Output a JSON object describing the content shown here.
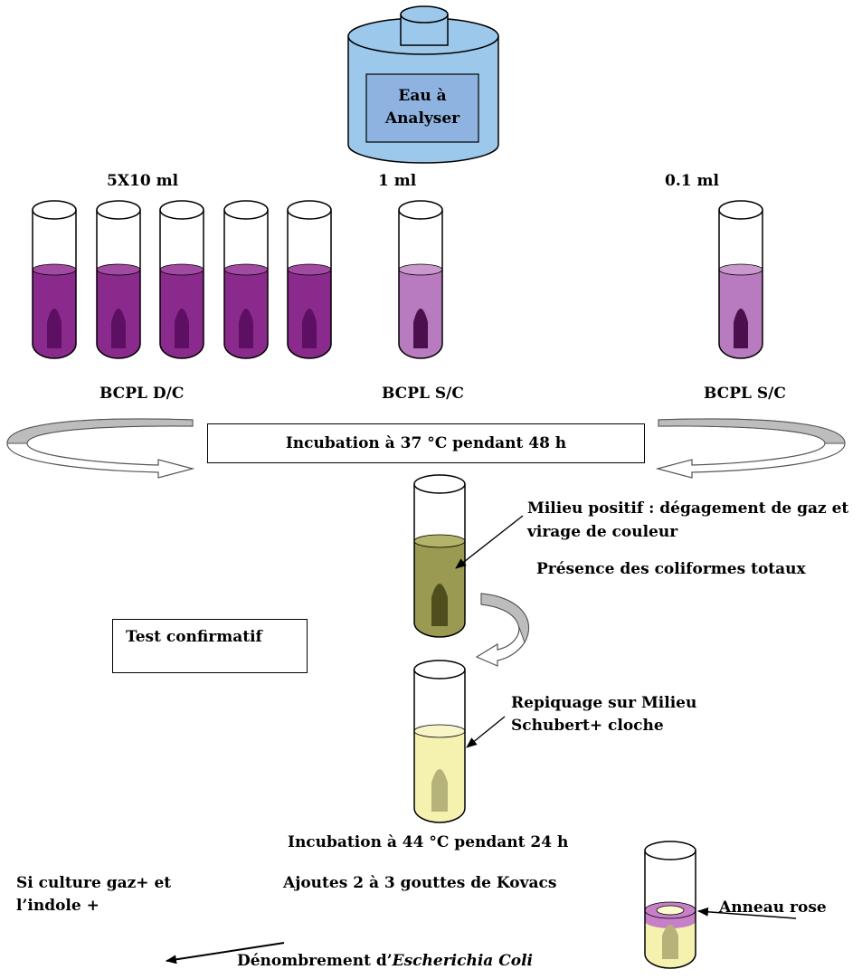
{
  "bottle": {
    "label_line1": "Eau à",
    "label_line2": "Analyser"
  },
  "volumes": {
    "v1": "5X10 ml",
    "v2": "1 ml",
    "v3": "0.1 ml"
  },
  "media": {
    "m1": "BCPL D/C",
    "m2": "BCPL S/C",
    "m3": "BCPL S/C"
  },
  "incubation1": "Incubation à 37 °C pendant 48 h",
  "positive": {
    "line1": "Milieu positif : dégagement de gaz et",
    "line2": "virage de couleur",
    "presence": "Présence des coliformes totaux"
  },
  "confirm_box": "Test confirmatif",
  "repiquage": {
    "line1": "Repiquage sur Milieu",
    "line2": "Schubert+ cloche"
  },
  "incubation2": "Incubation à 44 °C pendant 24 h",
  "culture": {
    "line1": "Si culture gaz+ et",
    "line2": "l’indole +"
  },
  "kovacs": "Ajoutes 2 à 3 gouttes de Kovacs",
  "anneau": "Anneau rose",
  "footer": {
    "prefix": "Dénombrement d’",
    "species": "Escherichia Coli"
  },
  "colors": {
    "bottle_blue": "#9cc8ec",
    "label_blue": "#8fb3e0",
    "purple_dark": "#8a2a8c",
    "purple_light": "#b97bbf",
    "olive": "#9a9a52",
    "yellow": "#f5f2b0",
    "pink_ring": "#c77fc8"
  }
}
